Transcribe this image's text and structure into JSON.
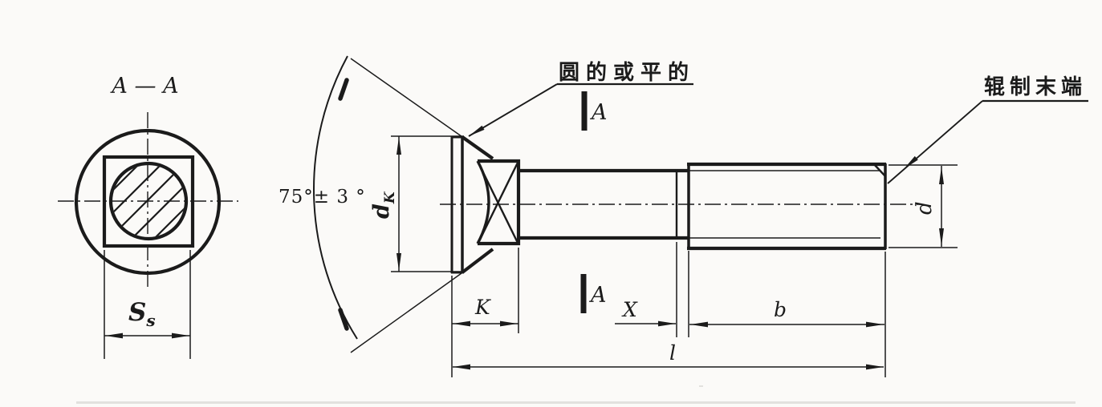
{
  "colors": {
    "ink": "#1b1b1b",
    "paper": "#fbfaf8"
  },
  "section_view": {
    "title": "A — A",
    "width_label": {
      "main": "S",
      "sub": "s"
    }
  },
  "main_view": {
    "angle_label": "75°± 3 °",
    "head_note": "圆的或平的",
    "end_note": "辊制末端",
    "section_mark": "A",
    "dims": {
      "head_diameter": {
        "main": "d",
        "sub": "K"
      },
      "head_height": "K",
      "thread_runout": "X",
      "thread_length": "b",
      "total_length": "l",
      "shank_diameter": "d"
    }
  }
}
